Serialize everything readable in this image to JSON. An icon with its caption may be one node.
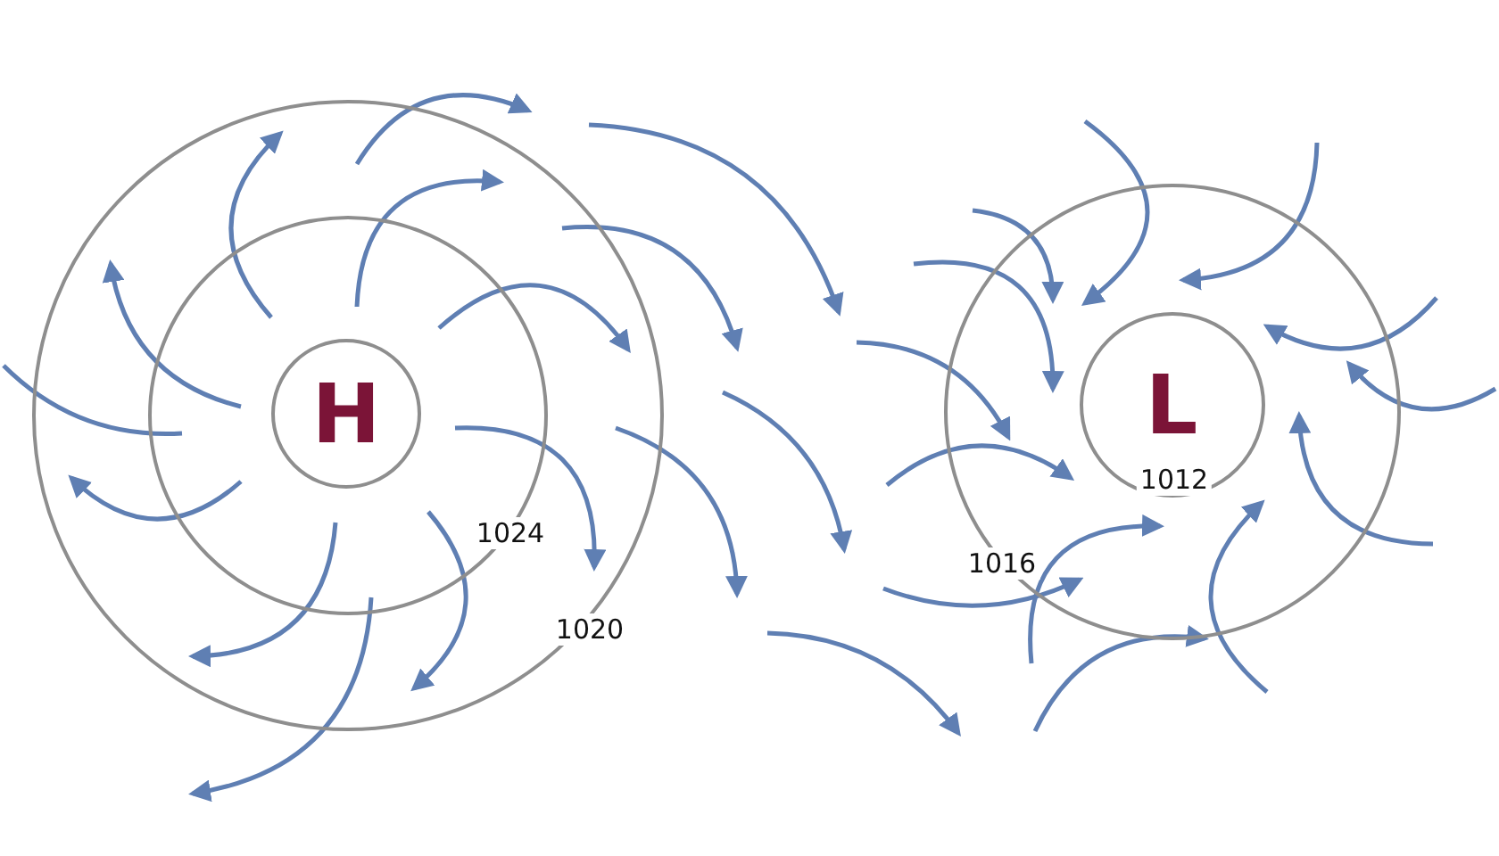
{
  "diagram": {
    "nodes": [
      {
        "text": [
          "1020"
        ]
      },
      {
        "text": [
          "1024"
        ],
        "in": 0
      },
      {
        "text": [
          "H"
        ],
        "in": 1
      },
      {
        "text": [
          "1016"
        ]
      },
      {
        "text": [
          "L",
          "1012"
        ],
        "in": 3
      }
    ]
  }
}
